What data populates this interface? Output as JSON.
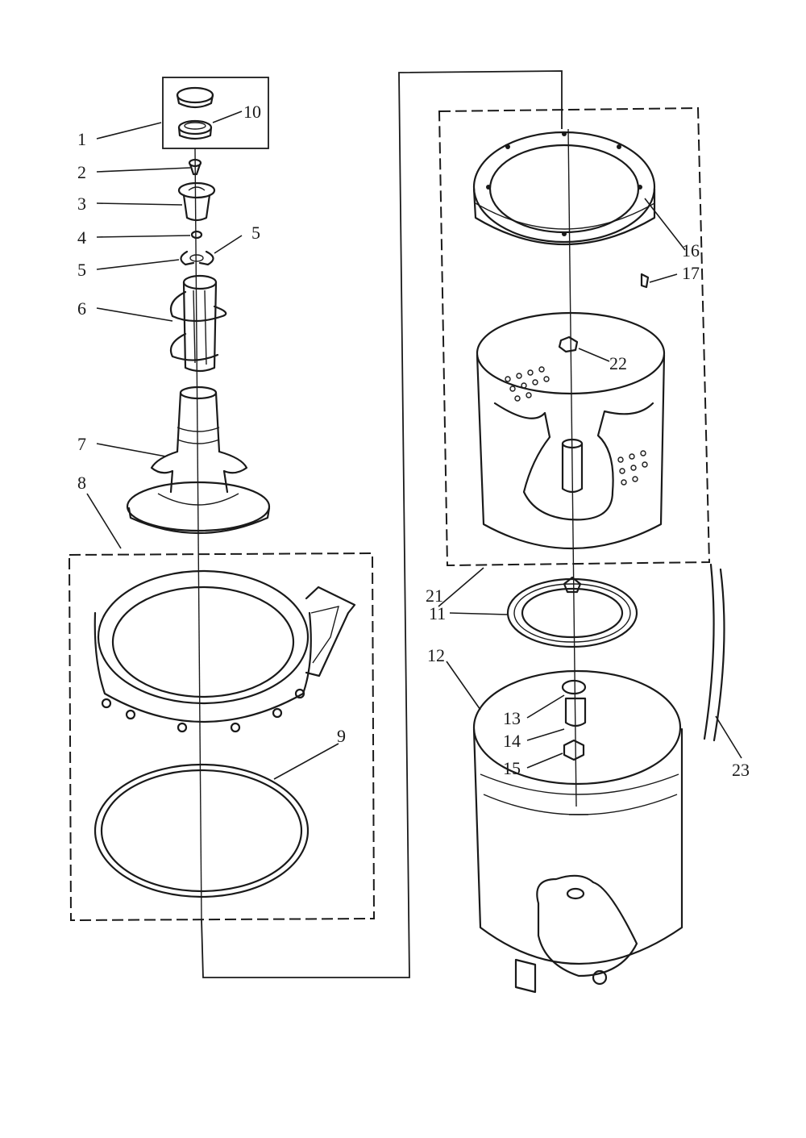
{
  "callouts": {
    "c1": "1",
    "c2": "2",
    "c3": "3",
    "c4": "4",
    "c5a": "5",
    "c5b": "5",
    "c6": "6",
    "c7": "7",
    "c8": "8",
    "c9": "9",
    "c10": "10",
    "c11": "11",
    "c12": "12",
    "c13": "13",
    "c14": "14",
    "c15": "15",
    "c16": "16",
    "c17": "17",
    "c21": "21",
    "c22": "22",
    "c23": "23"
  },
  "colors": {
    "line": "#1a1a1a",
    "background": "#ffffff"
  }
}
